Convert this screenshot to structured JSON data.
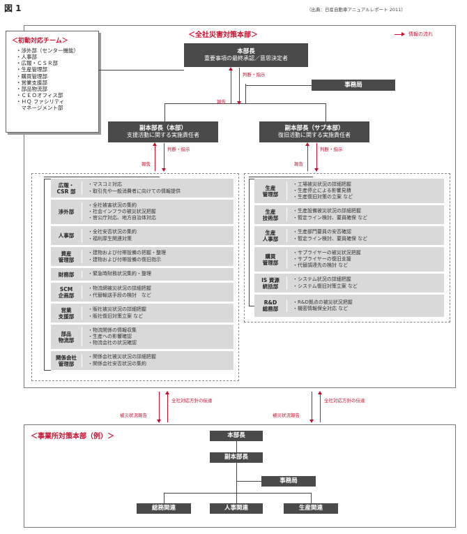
{
  "figure_label": "図 1",
  "source": "（出典：日産自動車アニュアルレポート 2011）",
  "legend_label": "情報の流れ",
  "hq": {
    "title": "＜全社災害対策本部＞",
    "chief": {
      "name": "本部長",
      "role": "重要事項の最終承認／意思決定者"
    },
    "secretariat": "事務局",
    "deputy_main": {
      "name": "副本部長（本部）",
      "role": "支援活動に関する実施責任者"
    },
    "deputy_sub": {
      "name": "副本部長（サブ本部）",
      "role": "復旧活動に関する実施責任者"
    },
    "report_label": "報告",
    "judge_label": "判断・指示"
  },
  "initial_team": {
    "title": "＜初動対応チーム＞",
    "items": [
      "・渉外部（センター機能）",
      "・人事部",
      "・広報・ＣＳＲ部",
      "・生産管理部",
      "・購買管理部",
      "・営業支援部",
      "・部品物流部",
      "・ＣＥＯオフィス部",
      "・ＨＱ ファシリティ",
      "　マネージメント部"
    ]
  },
  "left_rows": [
    {
      "label": [
        "広報・",
        "CSR 部"
      ],
      "items": [
        "・マスコミ対応",
        "・取引先や一般消費者に向けての情報提供"
      ]
    },
    {
      "label": [
        "渉外部"
      ],
      "items": [
        "・全社被害状況の集約",
        "・社会インフラの被災状況把握",
        "・官公庁対応、地方自治体対応"
      ]
    },
    {
      "label": [
        "人事部"
      ],
      "items": [
        "・全社安否状況の集約",
        "・福利厚生関連対策"
      ]
    },
    {
      "label": [
        "資産",
        "管理部"
      ],
      "items": [
        "・建物および付帯設備の把握・整理",
        "・建物および付帯設備の復旧指示"
      ]
    },
    {
      "label": [
        "財務部"
      ],
      "items": [
        "・緊急時財務状況集約・整理"
      ]
    },
    {
      "label": [
        "SCM",
        "企画部"
      ],
      "items": [
        "・物流網被災状況の詳細把握",
        "・代替輸送手段の検討　など"
      ]
    },
    {
      "label": [
        "営業",
        "支援部"
      ],
      "items": [
        "・販社被災状況の詳細把握",
        "・販社復旧対策立案 など"
      ]
    },
    {
      "label": [
        "部品",
        "物流部"
      ],
      "items": [
        "・物流関係の情報収集",
        "・生産への影響確認",
        "・物流会社の状況確認"
      ]
    },
    {
      "label": [
        "関係会社",
        "管理部"
      ],
      "items": [
        "・関係会社被災状況の詳細把握",
        "・関係会社安否状況の集約"
      ]
    }
  ],
  "right_rows": [
    {
      "label": [
        "生産",
        "管理部"
      ],
      "items": [
        "・工場被災状況の詳細把握",
        "・生産停止による影響見積",
        "・生産復旧対策の立案 など"
      ]
    },
    {
      "label": [
        "生産",
        "技術部"
      ],
      "items": [
        "・生産設備被災状況の詳細把握",
        "・暫定ライン検討、要員確保 など"
      ]
    },
    {
      "label": [
        "生産",
        "人事部"
      ],
      "items": [
        "・生産部門要員の安否確認",
        "・暫定ライン検討、要員確保 など"
      ]
    },
    {
      "label": [
        "購買",
        "管理部"
      ],
      "items": [
        "・サプライヤーの被災状況把握",
        "・サプライヤーの復旧支援",
        "・代替調達先の検討 など"
      ]
    },
    {
      "label": [
        "IS 資源",
        "統括部"
      ],
      "items": [
        "・システム状況の詳細把握",
        "・システム復旧対策立案 など"
      ]
    },
    {
      "label": [
        "R&D",
        "総務部"
      ],
      "items": [
        "・R&D拠点の被災状況把握",
        "・機密情報保全対応 など"
      ]
    }
  ],
  "flow": {
    "policy": "全社対応方針の伝達",
    "damage": "被災状況報告"
  },
  "site": {
    "title": "＜事業所対策本部（例）＞",
    "chief": "本部長",
    "deputy": "副本部長",
    "secretariat": "事務局",
    "depts": [
      "総務関連",
      "人事関連",
      "生産関連"
    ]
  }
}
